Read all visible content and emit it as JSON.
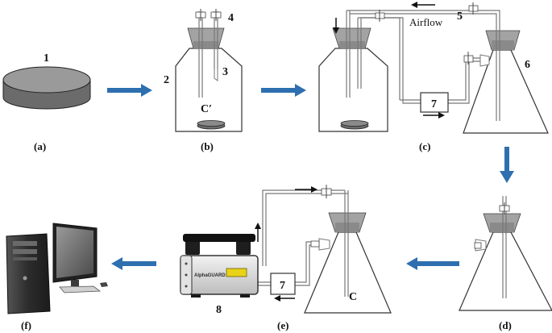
{
  "colors": {
    "flow_arrow": "#2e6fb0",
    "disc_top": "#9a9a9a",
    "disc_side": "#6b6b6b",
    "stopper": "#a3a3a3",
    "stopper_band": "#8a8a8a",
    "tubing": "#777777",
    "instrument_display": "#e8d21a"
  },
  "panels": {
    "a": "(a)",
    "b": "(b)",
    "c": "(c)",
    "d": "(d)",
    "e": "(e)",
    "f": "(f)"
  },
  "labels": {
    "n1": "1",
    "n2": "2",
    "n3": "3",
    "n4": "4",
    "n5": "5",
    "n6": "6",
    "n7_c": "7",
    "n7_e": "7",
    "n8": "8",
    "c_prime": "C′",
    "c": "C",
    "airflow": "Airflow",
    "instrument_brand": "AlphaGUARD"
  },
  "icons": [
    "sample-disc",
    "gas-bottle",
    "conical-flask",
    "pump",
    "valve",
    "radon-monitor",
    "desktop-computer",
    "flow-arrow"
  ]
}
